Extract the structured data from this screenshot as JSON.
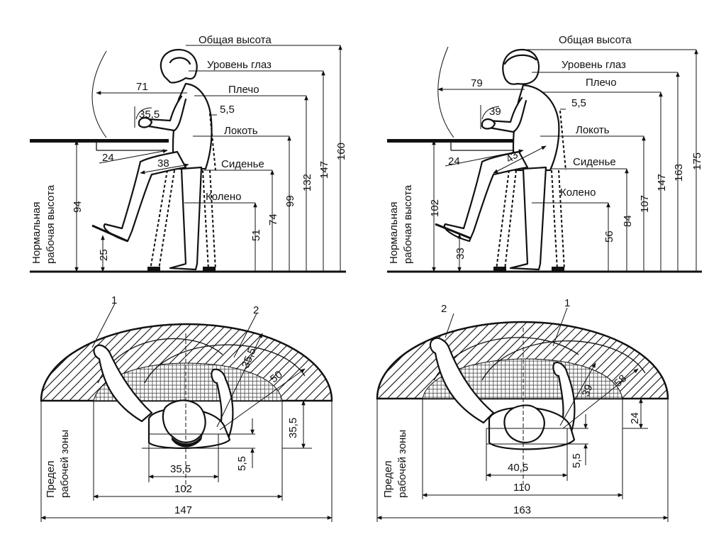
{
  "left_figure": {
    "labels": {
      "total_height": "Общая высота",
      "eye_level": "Уровень глаз",
      "shoulder": "Плечо",
      "elbow": "Локоть",
      "seat": "Сиденье",
      "knee": "Колено",
      "work_height_line1": "Нормальная",
      "work_height_line2": "рабочая высота"
    },
    "dims": {
      "total": "160",
      "eye": "147",
      "shoulder": "132",
      "elbow": "99",
      "seat": "74",
      "knee": "51",
      "work_height": "94",
      "footrest": "25",
      "reach": "71",
      "forearm_angle": "35,5",
      "elbow_offset": "5,5",
      "under_table": "24",
      "thigh": "38"
    }
  },
  "right_figure": {
    "labels": {
      "total_height": "Общая высота",
      "eye_level": "Уровень глаз",
      "shoulder": "Плечо",
      "elbow": "Локоть",
      "seat": "Сиденье",
      "knee": "Колено",
      "work_height_line1": "Нормальная",
      "work_height_line2": "рабочая высота"
    },
    "dims": {
      "total": "175",
      "eye": "163",
      "shoulder": "147",
      "elbow": "107",
      "seat": "84",
      "knee": "56",
      "work_height": "102",
      "footrest": "33",
      "reach": "79",
      "forearm_angle": "39",
      "elbow_offset": "5,5",
      "under_table": "24",
      "thigh": "43"
    }
  },
  "left_plan": {
    "zone_label_line1": "Предел",
    "zone_label_line2": "рабочей зоны",
    "marker_1": "1",
    "marker_2": "2",
    "dims": {
      "arc_inner": "35,5",
      "arc_outer": "50",
      "depth": "35,5",
      "offset": "5,5",
      "inner_width": "35,5",
      "mid_width": "102",
      "outer_width": "147"
    }
  },
  "right_plan": {
    "zone_label_line1": "Предел",
    "zone_label_line2": "рабочей зоны",
    "marker_1": "1",
    "marker_2": "2",
    "dims": {
      "arc_inner": "39",
      "arc_outer": "58",
      "depth": "24",
      "offset": "5,5",
      "inner_width": "40,5",
      "mid_width": "110",
      "outer_width": "163"
    }
  }
}
